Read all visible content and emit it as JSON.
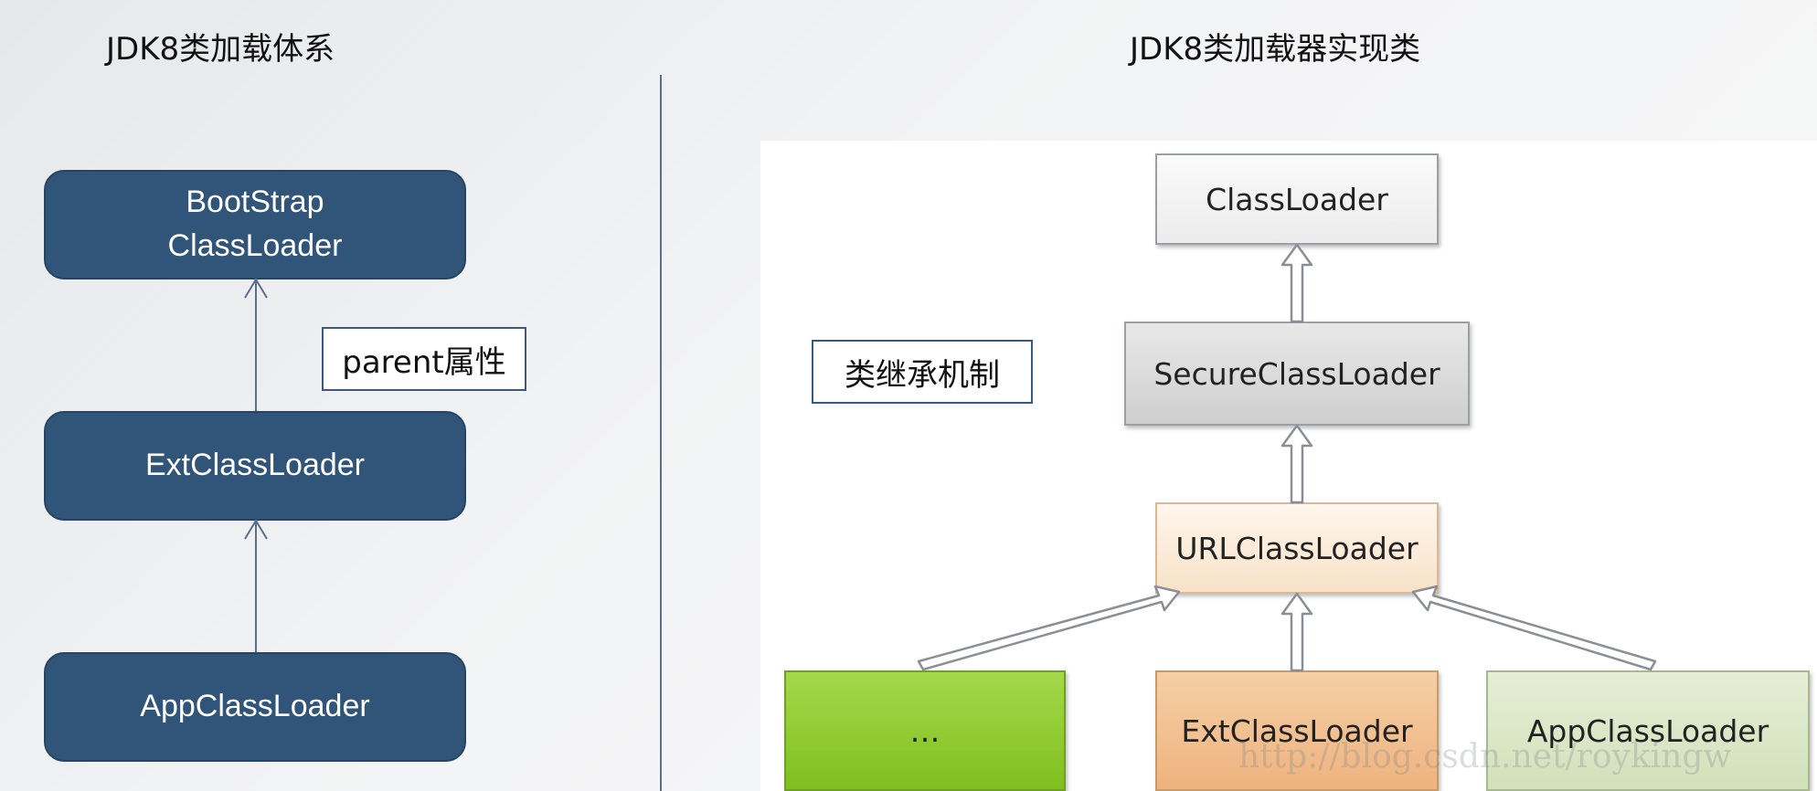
{
  "left": {
    "title": "JDK8类加载体系",
    "nodes": {
      "bootstrap": "BootStrap\nClassLoader",
      "ext": "ExtClassLoader",
      "app": "AppClassLoader"
    },
    "callout": "parent属性"
  },
  "right": {
    "title": "JDK8类加载器实现类",
    "callout": "类继承机制",
    "nodes": {
      "classloader": "ClassLoader",
      "secure": "SecureClassLoader",
      "url": "URLClassLoader",
      "other": "…",
      "ext": "ExtClassLoader",
      "app": "AppClassLoader"
    }
  },
  "watermark": "http://blog.csdn.net/roykingw",
  "colors": {
    "dark_node": "#315479",
    "classloader_fill": "#f4f4f4",
    "secure_fill": "#dcdcdc",
    "url_fill": "#fdefe0",
    "other_fill": "#8cc63f",
    "ext_fill": "#f3c090",
    "app_fill": "#dde8c8"
  }
}
